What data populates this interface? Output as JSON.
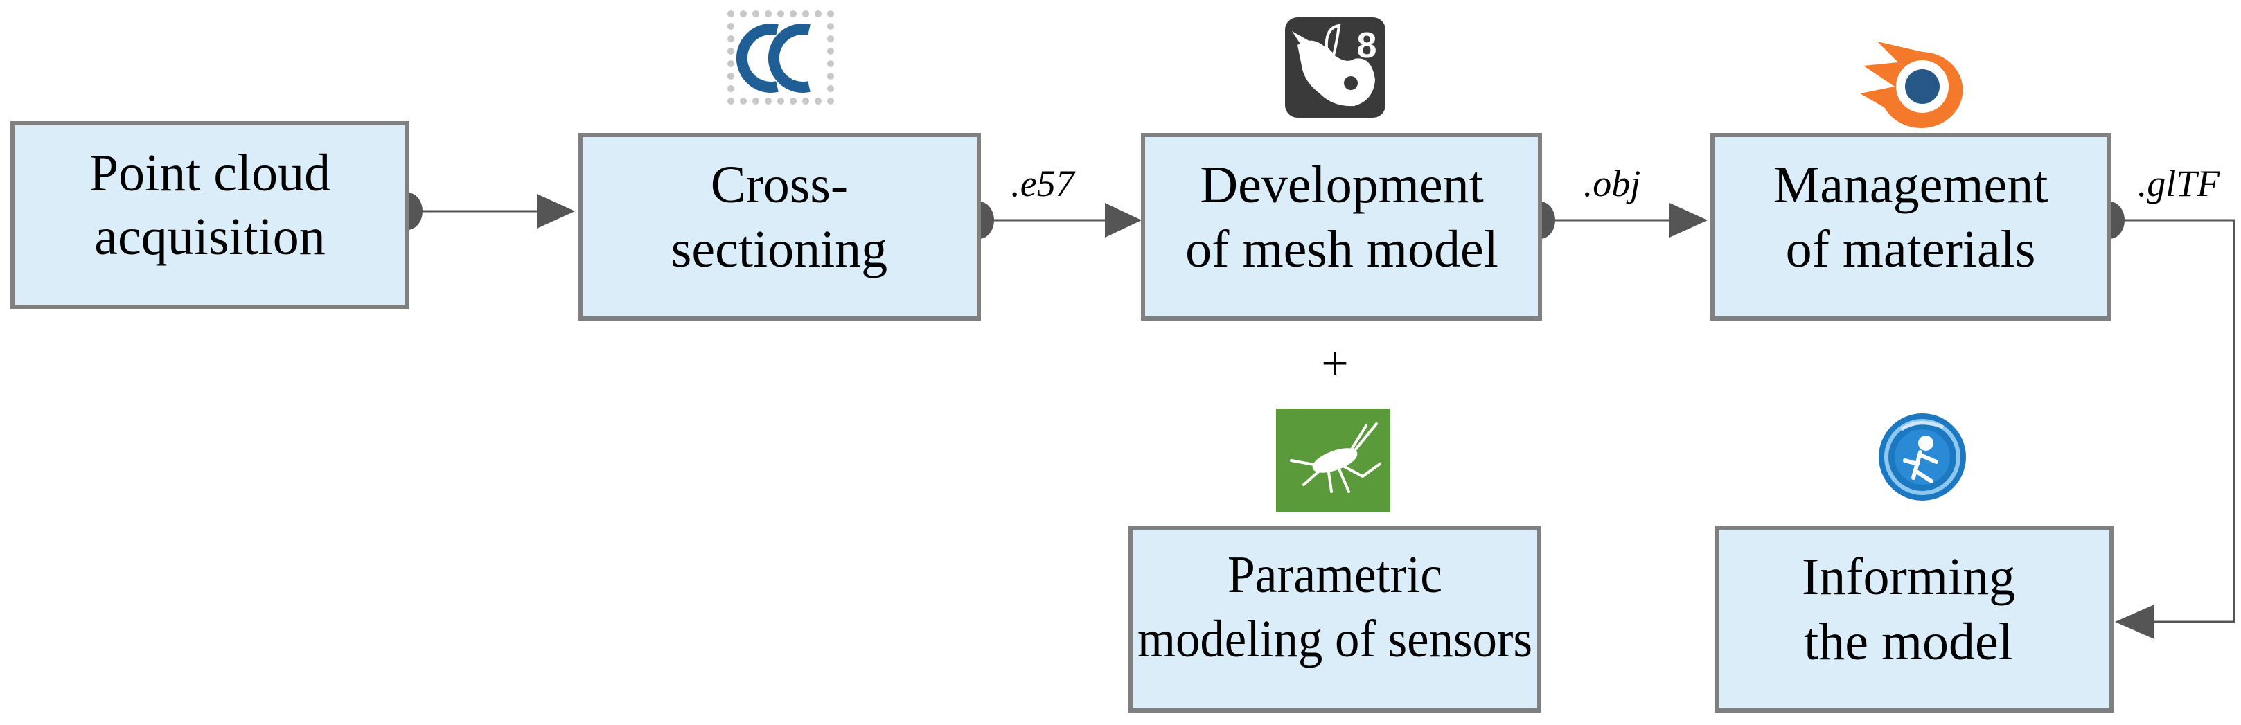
{
  "boxes": {
    "acquisition": {
      "line1": "Point cloud",
      "line2": "acquisition"
    },
    "cross_sectioning": {
      "line1": "Cross-",
      "line2": "sectioning"
    },
    "mesh": {
      "line1": "Development",
      "line2": "of mesh model"
    },
    "materials": {
      "line1": "Management",
      "line2": "of materials"
    },
    "parametric": {
      "line1": "Parametric",
      "line2": "modeling of sensors"
    },
    "informing": {
      "line1": "Informing",
      "line2": "the model"
    }
  },
  "edges": {
    "e57": ".e57",
    "obj": ".obj",
    "gltf": ".glTF"
  },
  "plus": "+",
  "icons": {
    "cloudcompare": "cloudcompare-logo-icon",
    "rhino": "rhino-8-logo-icon",
    "blender": "blender-logo-icon",
    "grasshopper": "grasshopper-logo-icon",
    "xeokit": "globe-logo-icon"
  },
  "colors": {
    "box_fill": "#daedf9",
    "box_border": "#808080",
    "arrow": "#555555",
    "blender_orange": "#f5792a",
    "blender_blue": "#265787",
    "grasshopper_green": "#5a9a3a",
    "cloudcompare_blue": "#1f5f96",
    "globe_blue": "#1c78c0"
  }
}
